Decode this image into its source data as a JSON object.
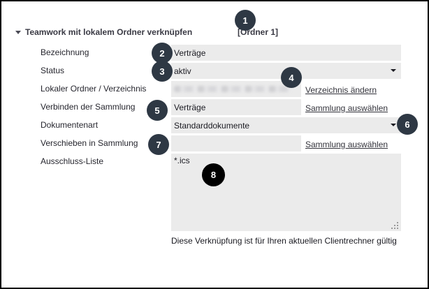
{
  "colors": {
    "badge": "#2e3844",
    "badge_8": "#000000",
    "field_background": "#ebebeb",
    "text": "#1b1b22",
    "frame_border": "#000000"
  },
  "header": {
    "title": "Teamwork mit lokalem Ordner verknüpfen",
    "context": "[Ordner 1]"
  },
  "form": {
    "rows": [
      {
        "label": "Bezeichnung",
        "value": "Verträge",
        "control": "text"
      },
      {
        "label": "Status",
        "value": "aktiv",
        "control": "select"
      },
      {
        "label": "Lokaler Ordner / Verzeichnis",
        "value": "",
        "redacted": true,
        "control": "text",
        "link": "Verzeichnis ändern"
      },
      {
        "label": "Verbinden der Sammlung",
        "value": "Verträge",
        "control": "text",
        "link": "Sammlung auswählen"
      },
      {
        "label": "Dokumentenart",
        "value": "Standarddokumente",
        "control": "select"
      },
      {
        "label": "Verschieben in Sammlung",
        "value": "",
        "control": "text",
        "link": "Sammlung auswählen"
      },
      {
        "label": "Ausschluss-Liste",
        "value": "*.ics",
        "control": "textarea"
      }
    ],
    "note": "Diese Verknüpfung ist für Ihren aktuellen Clientrechner gültig"
  },
  "annotations": [
    "1",
    "2",
    "3",
    "4",
    "5",
    "6",
    "7",
    "8"
  ]
}
